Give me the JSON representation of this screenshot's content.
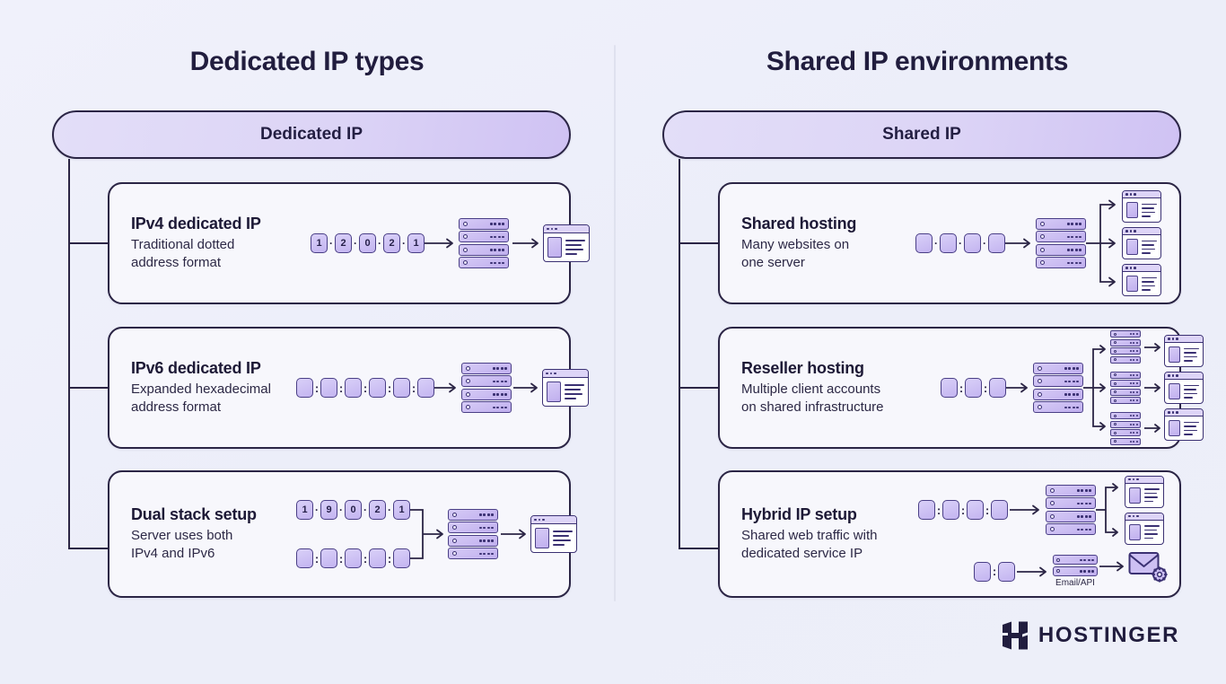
{
  "columns": [
    {
      "title": "Dedicated IP types",
      "header": "Dedicated IP",
      "cards": [
        {
          "title": "IPv4 dedicated IP",
          "desc": "Traditional dotted\naddress format",
          "ip_values": [
            "1",
            "2",
            "0",
            "2",
            "1"
          ],
          "separator": "."
        },
        {
          "title": "IPv6 dedicated IP",
          "desc": "Expanded hexadecimal\naddress format",
          "ip_values": [
            "",
            "",
            "",
            "",
            "",
            ""
          ],
          "separator": ":"
        },
        {
          "title": "Dual stack setup",
          "desc": "Server uses both\nIPv4 and IPv6",
          "ip_values": [
            "1",
            "9",
            "0",
            "2",
            "1"
          ],
          "separator": ".",
          "ip_values_2": [
            "",
            "",
            "",
            "",
            ""
          ],
          "separator_2": ":"
        }
      ]
    },
    {
      "title": "Shared IP environments",
      "header": "Shared IP",
      "cards": [
        {
          "title": "Shared hosting",
          "desc": "Many websites on\none server",
          "ip_values": [
            "",
            "",
            "",
            ""
          ],
          "separator": ".",
          "outputs": 3
        },
        {
          "title": "Reseller hosting",
          "desc": "Multiple client accounts\non shared infrastructure",
          "ip_values": [
            "",
            "",
            ""
          ],
          "separator": ":",
          "outputs": 3
        },
        {
          "title": "Hybrid IP setup",
          "desc": "Shared web traffic with\ndedicated service IP",
          "ip_values": [
            "",
            "",
            "",
            ""
          ],
          "separator": ":",
          "outputs": 2,
          "ip_values_2": [
            "",
            ""
          ],
          "separator_2": ":",
          "service_label": "Email/API"
        }
      ]
    }
  ],
  "logo": {
    "wordmark": "HOSTINGER"
  },
  "colors": {
    "background": "#eef0fa",
    "ink": "#2b2545",
    "accent_light": "#d9d0f8",
    "accent": "#c3b4f0",
    "accent_deep": "#4a3f86",
    "card_bg": "#f7f7fc",
    "divider": "#dfe1ee"
  }
}
